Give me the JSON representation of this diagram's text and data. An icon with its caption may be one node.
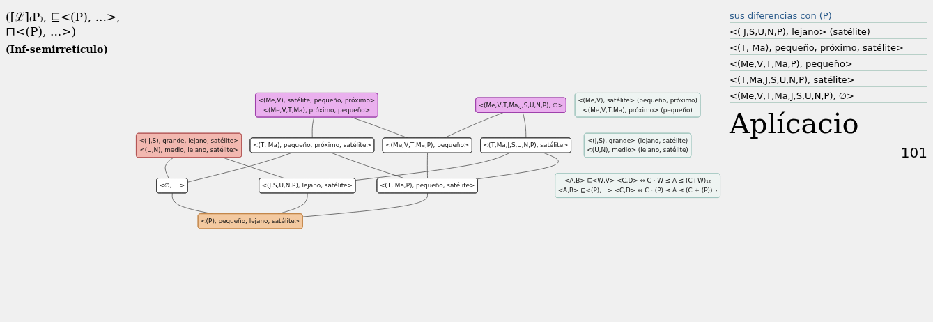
{
  "diagram": {
    "title": "([ℒ]₍P₎, ⊑<(P), ...>, ⊓<(P), ...>)",
    "nodes": [
      {
        "text": [
          "<( J,S), grande, lejano, satélite>",
          "<(U,N), medio, lejano, satélite>"
        ]
      },
      {
        "text": [
          "<(Me,V), satélite, pequeño, próximo>",
          "<(Me,V,T,Ma), próximo, pequeño>"
        ]
      },
      {
        "text": [
          "<(Me,V,T,Ma,J,S,U,N,P), ∅>"
        ]
      },
      {
        "text": [
          "<(T, Ma), pequeño, próximo, satélite>"
        ]
      },
      {
        "text": [
          "<(Me,V,T,Ma,P), pequeño>"
        ]
      },
      {
        "text": [
          "<(T,Ma,J,S,U,N,P), satélite>"
        ]
      },
      {
        "text": [
          "<∅, ...>"
        ]
      },
      {
        "text": [
          "<(J,S,U,N,P), lejano, satélite>"
        ]
      },
      {
        "text": [
          "<(T, Ma,P), pequeño, satélite>"
        ]
      },
      {
        "text": [
          "<(P), pequeño, lejano, satélite>"
        ]
      },
      {
        "text": [
          "<(Me,V), satélite> (pequeño, próximo)",
          "<(Me,V,T,Ma), próximo> (pequeño)"
        ]
      },
      {
        "text": [
          "<(J,S), grande> (lejano, satélite)",
          "<(U,N), medio> (lejano, satélite)"
        ]
      },
      {
        "text": [
          "<A,B> ⊑<W,V> <C,D> ⇔ C · W ≤ A ≤ (C+W)₁₂",
          "<A,B> ⊑<(P),...> <C,D> ⇔ C · (P) ≤ A ≤ (C + (P))₁₂"
        ]
      }
    ],
    "edges": [
      {
        "from": 0,
        "to": 6,
        "arrow": "none"
      },
      {
        "from": 0,
        "to": 7,
        "arrow": "none"
      },
      {
        "from": 1,
        "to": 3,
        "arrow": "none"
      },
      {
        "from": 1,
        "to": 4,
        "arrow": "none"
      },
      {
        "from": 2,
        "to": 4,
        "arrow": "none"
      },
      {
        "from": 2,
        "to": 5,
        "arrow": "none"
      },
      {
        "from": 3,
        "to": 6,
        "arrow": "none"
      },
      {
        "from": 3,
        "to": 8,
        "arrow": "none"
      },
      {
        "from": 4,
        "to": 8,
        "arrow": "none"
      },
      {
        "from": 5,
        "to": 7,
        "arrow": "none"
      },
      {
        "from": 5,
        "to": 8,
        "arrow": "none"
      },
      {
        "from": 6,
        "to": 9,
        "arrow": "none"
      },
      {
        "from": 8,
        "to": 9,
        "arrow": "none"
      },
      {
        "from": 7,
        "to": 9,
        "arrow": "none"
      }
    ],
    "labels": [
      "(Inf-semirretículo)",
      "sus diferencias con (P)",
      "<( J,S,U,N,P), lejano> (satélite)",
      "<(T, Ma), pequeño, próximo, satélite>",
      "<(Me,V,T,Ma,P), pequeño>",
      "<(T,Ma,J,S,U,N,P), satélite>",
      "<(Me,V,T,Ma,J,S,U,N,P), ∅>",
      "Aplícacio",
      "101"
    ]
  }
}
